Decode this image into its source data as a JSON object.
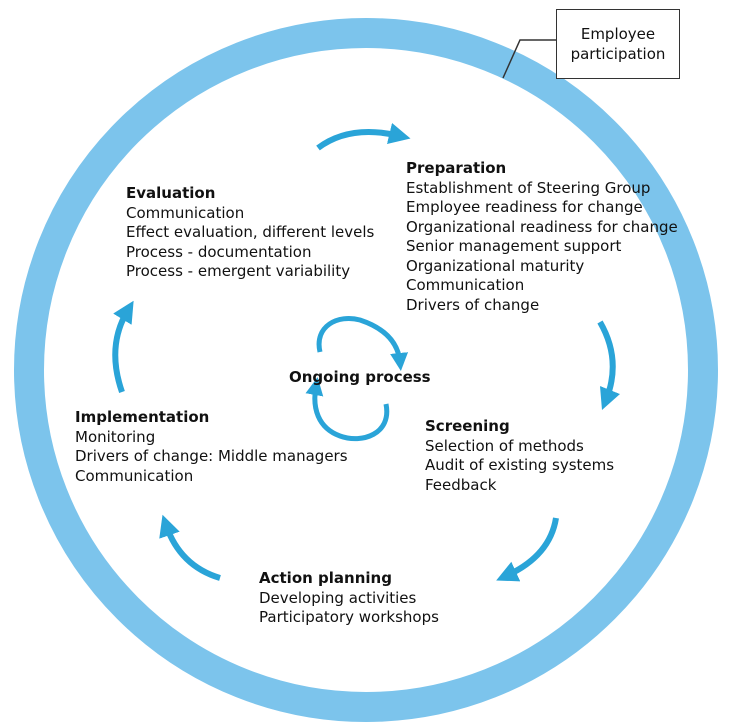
{
  "callout": {
    "line1": "Employee",
    "line2": "participation"
  },
  "center_label": "Ongoing process",
  "colors": {
    "ring": "#7cc4ec",
    "arrow": "#2aa4d8",
    "text": "#111111",
    "callout_border": "#333333"
  },
  "phases": {
    "evaluation": {
      "title": "Evaluation",
      "items": [
        "Communication",
        "Effect evaluation, different levels",
        "Process - documentation",
        "Process - emergent variability"
      ]
    },
    "preparation": {
      "title": "Preparation",
      "items": [
        "Establishment of Steering Group",
        "Employee readiness for change",
        "Organizational readiness for change",
        "Senior management support",
        "Organizational maturity",
        "Communication",
        "Drivers of change"
      ]
    },
    "screening": {
      "title": "Screening",
      "items": [
        "Selection of methods",
        "Audit of existing systems",
        "Feedback"
      ]
    },
    "action_planning": {
      "title": "Action planning",
      "items": [
        "Developing activities",
        "Participatory workshops"
      ]
    },
    "implementation": {
      "title": "Implementation",
      "items": [
        "Monitoring",
        "Drivers of change: Middle managers",
        "Communication"
      ]
    }
  }
}
